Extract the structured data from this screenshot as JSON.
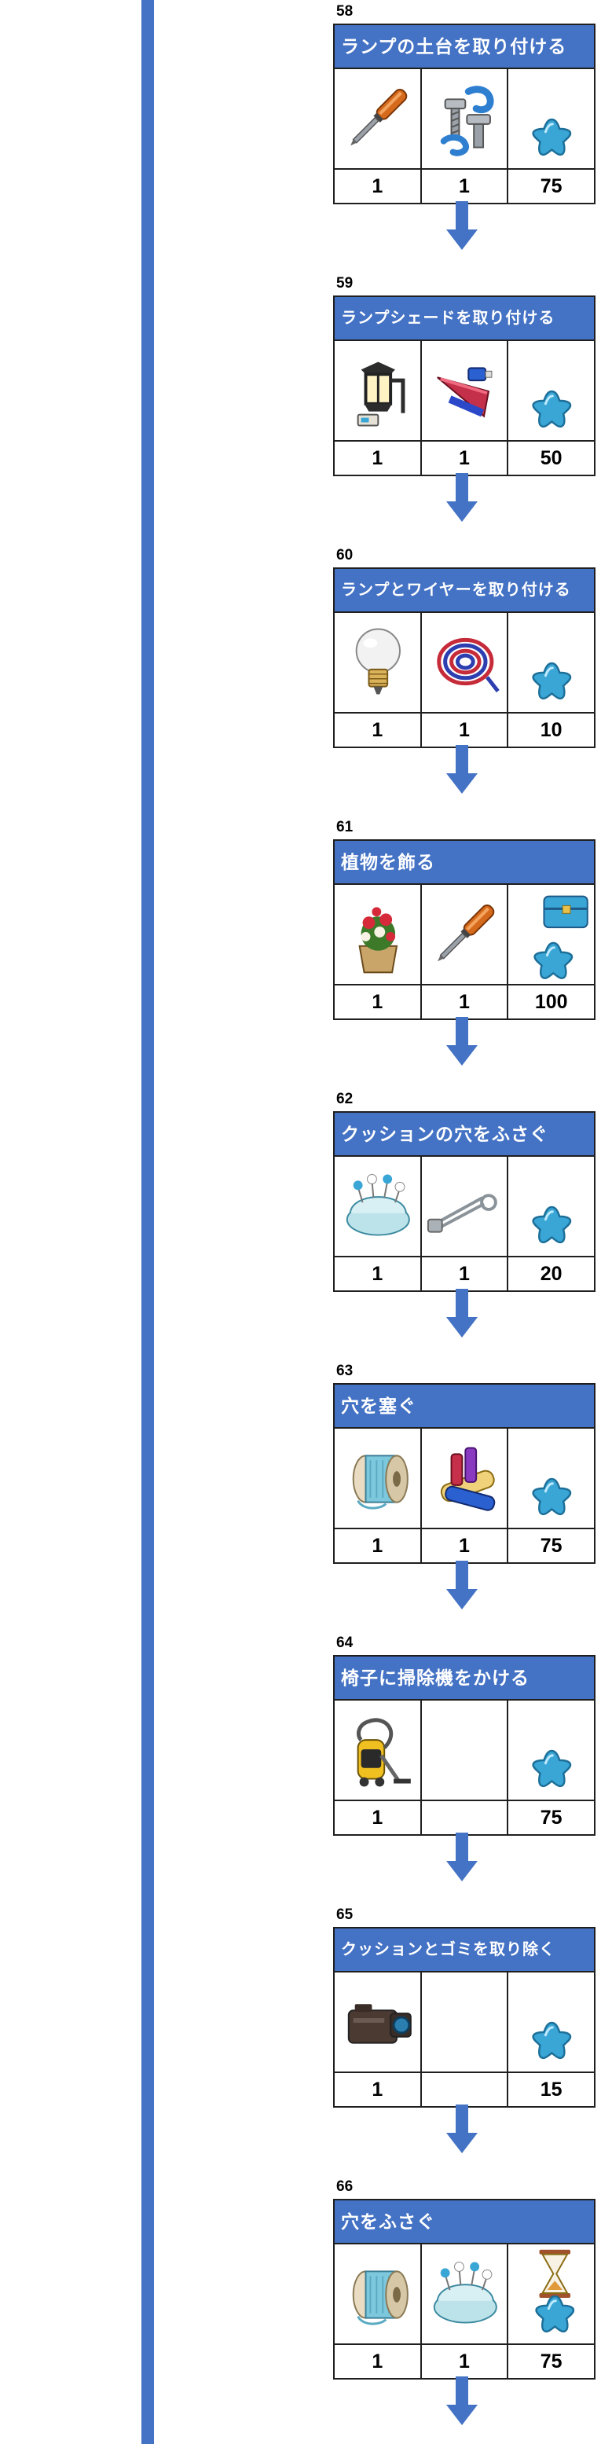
{
  "colors": {
    "accent": "#4472c4",
    "border": "#1f1f1f",
    "star": "#3aa6d6"
  },
  "steps": [
    {
      "num": "58",
      "title": "ランプの土台を取り付ける",
      "icons": [
        "screwdriver-icon",
        "bolts-icon",
        "star-icon"
      ],
      "counts": [
        "1",
        "1",
        "75"
      ]
    },
    {
      "num": "59",
      "title": "ランプシェードを取り付ける",
      "icons": [
        "lantern-icon",
        "fabric-roll-icon",
        "star-icon"
      ],
      "counts": [
        "1",
        "1",
        "50"
      ]
    },
    {
      "num": "60",
      "title": "ランプとワイヤーを取り付ける",
      "icons": [
        "light-bulb-icon",
        "wire-coil-icon",
        "star-icon"
      ],
      "counts": [
        "1",
        "1",
        "10"
      ]
    },
    {
      "num": "61",
      "title": "植物を飾る",
      "icons": [
        "flower-pot-icon",
        "screwdriver-icon",
        "chest-star-icon"
      ],
      "counts": [
        "1",
        "1",
        "100"
      ]
    },
    {
      "num": "62",
      "title": "クッションの穴をふさぐ",
      "icons": [
        "pincushion-icon",
        "safety-pin-icon",
        "star-icon"
      ],
      "counts": [
        "1",
        "1",
        "20"
      ]
    },
    {
      "num": "63",
      "title": "穴を塞ぐ",
      "icons": [
        "thread-spool-icon",
        "fabric-rolls-icon",
        "star-icon"
      ],
      "counts": [
        "1",
        "1",
        "75"
      ]
    },
    {
      "num": "64",
      "title": "椅子に掃除機をかける",
      "icons": [
        "vacuum-cleaner-icon",
        "",
        "star-icon"
      ],
      "counts": [
        "1",
        "",
        "75"
      ]
    },
    {
      "num": "65",
      "title": "クッションとゴミを取り除く",
      "icons": [
        "camera-icon",
        "",
        "star-icon"
      ],
      "counts": [
        "1",
        "",
        "15"
      ]
    },
    {
      "num": "66",
      "title": "穴をふさぐ",
      "icons": [
        "thread-spool-icon",
        "pincushion-icon",
        "hourglass-star-icon"
      ],
      "counts": [
        "1",
        "1",
        "75"
      ]
    }
  ]
}
